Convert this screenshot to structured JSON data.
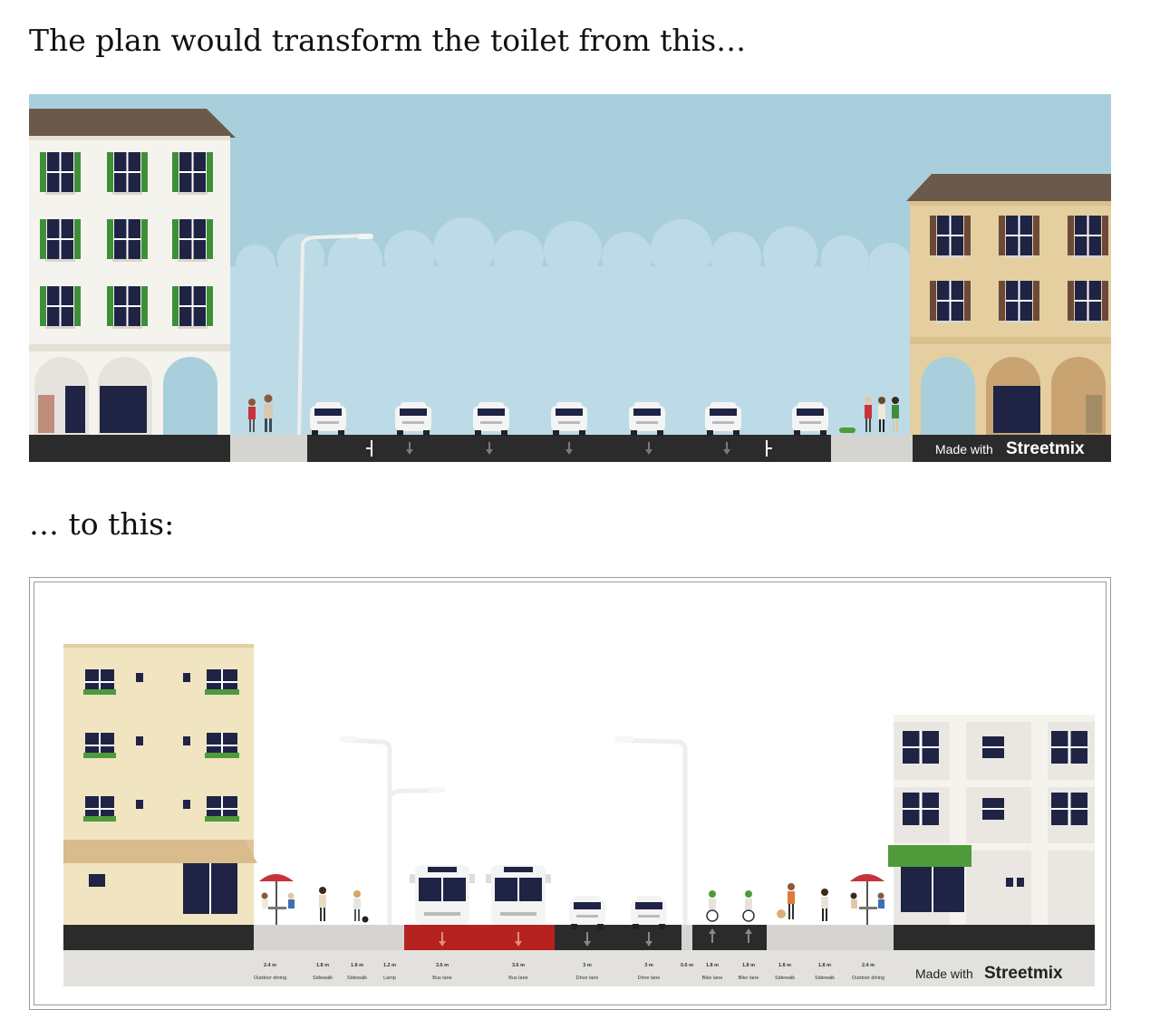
{
  "article": {
    "intro": "The plan would transform the toilet from this…",
    "outro": "… to this:"
  },
  "figure_before": {
    "made_with": "Made with",
    "brand": "Streetmix"
  },
  "figure_after": {
    "made_with": "Made with",
    "brand": "Streetmix",
    "segments": [
      {
        "width": "2.4 m",
        "name": "Outdoor dining"
      },
      {
        "width": "1.8 m",
        "name": "Sidewalk"
      },
      {
        "width": "1.8 m",
        "name": "Sidewalk"
      },
      {
        "width": "1.2 m",
        "name": "Lamp"
      },
      {
        "width": "3.6 m",
        "name": "Bus lane"
      },
      {
        "width": "3.6 m",
        "name": "Bus lane"
      },
      {
        "width": "3 m",
        "name": "Drive lane"
      },
      {
        "width": "3 m",
        "name": "Drive lane"
      },
      {
        "width": "0.6 m",
        "name": ""
      },
      {
        "width": "1.8 m",
        "name": "Bike lane"
      },
      {
        "width": "1.8 m",
        "name": "Bike lane"
      },
      {
        "width": "1.8 m",
        "name": "Sidewalk"
      },
      {
        "width": "1.8 m",
        "name": "Sidewalk"
      },
      {
        "width": "2.4 m",
        "name": "Outdoor dining"
      }
    ]
  },
  "colors": {
    "sky": "#a9cfdd",
    "asphalt": "#2b2b2b",
    "bus_lane": "#b5221f",
    "sidewalk": "#d6d4d0",
    "cream_building": "#f1e4c0",
    "white_building": "#f5f3ee",
    "tan_building": "#e5cfa0",
    "shutter_green": "#3f8f3a",
    "awning_green": "#4f9b3c",
    "roof_brown": "#6b5a4b"
  }
}
